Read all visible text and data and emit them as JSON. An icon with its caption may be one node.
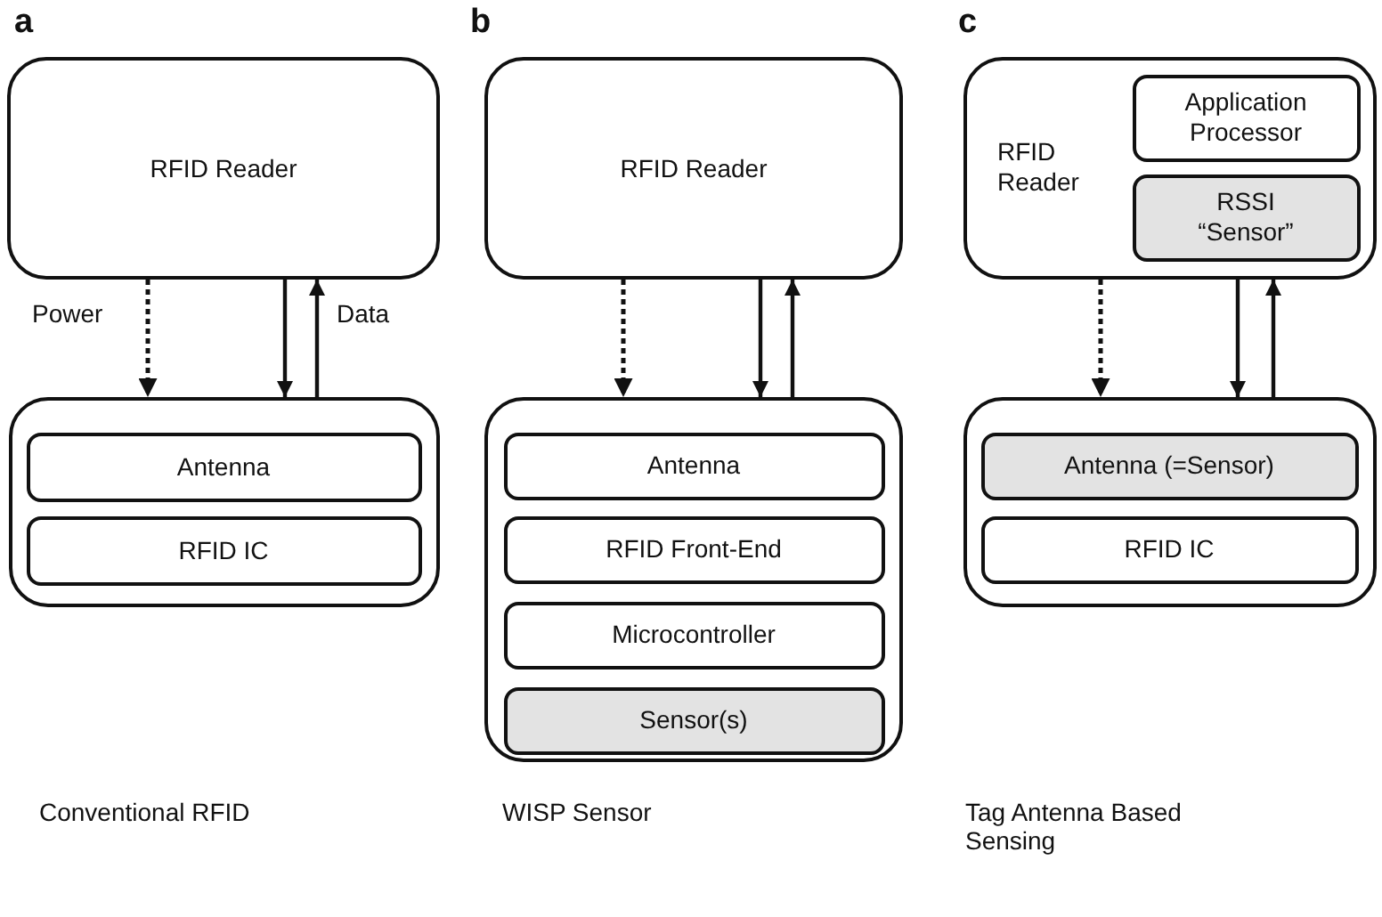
{
  "diagram": {
    "nodes": [
      {
        "text": [
          "RFID Reader"
        ]
      },
      {
        "text": [],
        "shape": "box"
      },
      {
        "text": [
          "Antenna"
        ],
        "in": 1
      },
      {
        "text": [
          "RFID IC"
        ],
        "in": 1
      },
      {
        "text": [
          "RFID Reader"
        ]
      },
      {
        "text": [],
        "shape": "box"
      },
      {
        "text": [
          "Antenna"
        ],
        "in": 5
      },
      {
        "text": [
          "RFID Front-End"
        ],
        "in": 5
      },
      {
        "text": [
          "Microcontroller"
        ],
        "in": 5
      },
      {
        "text": [
          "Sensor(s)"
        ],
        "in": 5
      },
      {
        "text": [
          "RFID Reader"
        ]
      },
      {
        "text": [
          "Application Processor"
        ],
        "in": 10
      },
      {
        "text": [
          "RSSI “Sensor”"
        ],
        "in": 10
      },
      {
        "text": [],
        "shape": "box"
      },
      {
        "text": [
          "Antenna (=Sensor)"
        ],
        "in": 13
      },
      {
        "text": [
          "RFID IC"
        ],
        "in": 13
      }
    ],
    "edges": [
      {
        "from": 0,
        "to": 1,
        "arrow": "to",
        "style": "dashed",
        "label": "Power"
      },
      {
        "from": 0,
        "to": 1,
        "arrow": "to"
      },
      {
        "from": 1,
        "to": 0,
        "arrow": "to",
        "label": "Data"
      },
      {
        "from": 4,
        "to": 5,
        "arrow": "to",
        "style": "dashed"
      },
      {
        "from": 4,
        "to": 5,
        "arrow": "to"
      },
      {
        "from": 5,
        "to": 4,
        "arrow": "to"
      },
      {
        "from": 10,
        "to": 13,
        "arrow": "to",
        "style": "dashed"
      },
      {
        "from": 10,
        "to": 13,
        "arrow": "to"
      },
      {
        "from": 13,
        "to": 10,
        "arrow": "to"
      }
    ],
    "labels": [
      "a",
      "b",
      "c",
      "Conventional RFID",
      "WISP Sensor",
      "Tag Antenna Based Sensing"
    ]
  }
}
